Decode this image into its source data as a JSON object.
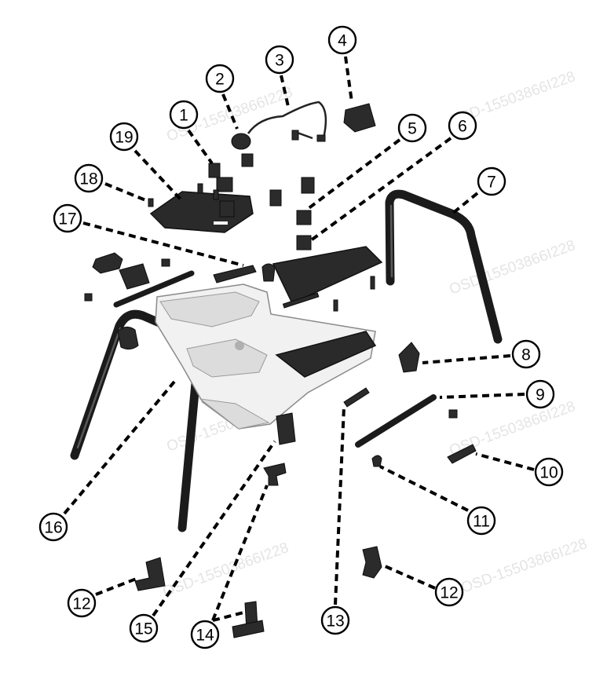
{
  "watermark": "OSD-15503866I228",
  "callouts": [
    {
      "id": "c1",
      "label": "1"
    },
    {
      "id": "c2",
      "label": "2"
    },
    {
      "id": "c3",
      "label": "3"
    },
    {
      "id": "c4",
      "label": "4"
    },
    {
      "id": "c5",
      "label": "5"
    },
    {
      "id": "c6",
      "label": "6"
    },
    {
      "id": "c7",
      "label": "7"
    },
    {
      "id": "c8",
      "label": "8"
    },
    {
      "id": "c9",
      "label": "9"
    },
    {
      "id": "c10",
      "label": "10"
    },
    {
      "id": "c11",
      "label": "11"
    },
    {
      "id": "c12a",
      "label": "12"
    },
    {
      "id": "c12b",
      "label": "12"
    },
    {
      "id": "c13",
      "label": "13"
    },
    {
      "id": "c14",
      "label": "14"
    },
    {
      "id": "c15",
      "label": "15"
    },
    {
      "id": "c16",
      "label": "16"
    },
    {
      "id": "c17",
      "label": "17"
    },
    {
      "id": "c18",
      "label": "18"
    },
    {
      "id": "c19",
      "label": "19"
    }
  ]
}
